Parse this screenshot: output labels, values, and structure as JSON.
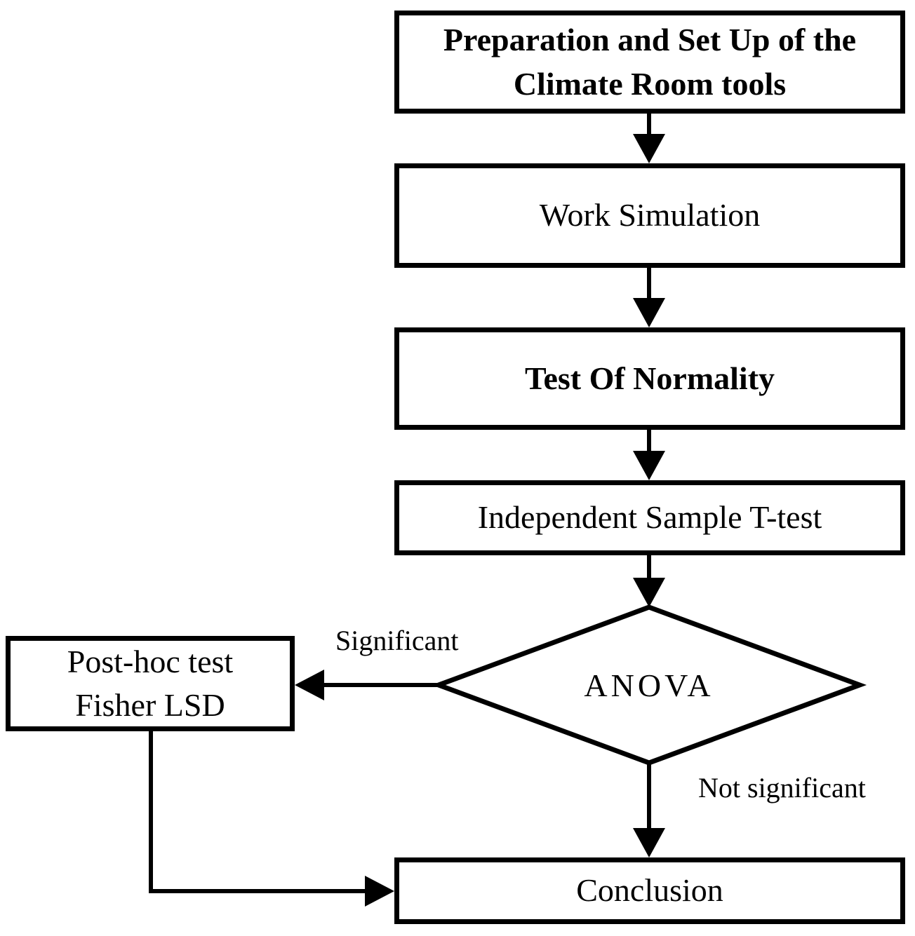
{
  "diagram": {
    "type": "flowchart",
    "colors": {
      "stroke": "#000000",
      "background": "#ffffff"
    },
    "nodes": {
      "preparation": {
        "lines": [
          "Preparation and Set Up of the",
          "Climate Room tools"
        ],
        "shape": "rectangle",
        "emphasis": "bold"
      },
      "work_simulation": {
        "label": "Work Simulation",
        "shape": "rectangle"
      },
      "test_of_normality": {
        "label": "Test Of Normality",
        "shape": "rectangle",
        "emphasis": "bold"
      },
      "independent_t_test": {
        "label": "Independent Sample T-test",
        "shape": "rectangle"
      },
      "anova": {
        "label": "ANOVA",
        "shape": "diamond"
      },
      "post_hoc": {
        "lines": [
          "Post-hoc test",
          "Fisher LSD"
        ],
        "shape": "rectangle"
      },
      "conclusion": {
        "label": "Conclusion",
        "shape": "rectangle"
      }
    },
    "edges": {
      "prep_to_work": {
        "from": "preparation",
        "to": "work_simulation",
        "label": ""
      },
      "work_to_normality": {
        "from": "work_simulation",
        "to": "test_of_normality",
        "label": ""
      },
      "normality_to_ttest": {
        "from": "test_of_normality",
        "to": "independent_t_test",
        "label": ""
      },
      "ttest_to_anova": {
        "from": "independent_t_test",
        "to": "anova",
        "label": ""
      },
      "anova_to_posthoc": {
        "from": "anova",
        "to": "post_hoc",
        "label": "Significant"
      },
      "anova_to_conclusion": {
        "from": "anova",
        "to": "conclusion",
        "label": "Not significant"
      },
      "posthoc_to_conclusion": {
        "from": "post_hoc",
        "to": "conclusion",
        "label": ""
      }
    }
  }
}
